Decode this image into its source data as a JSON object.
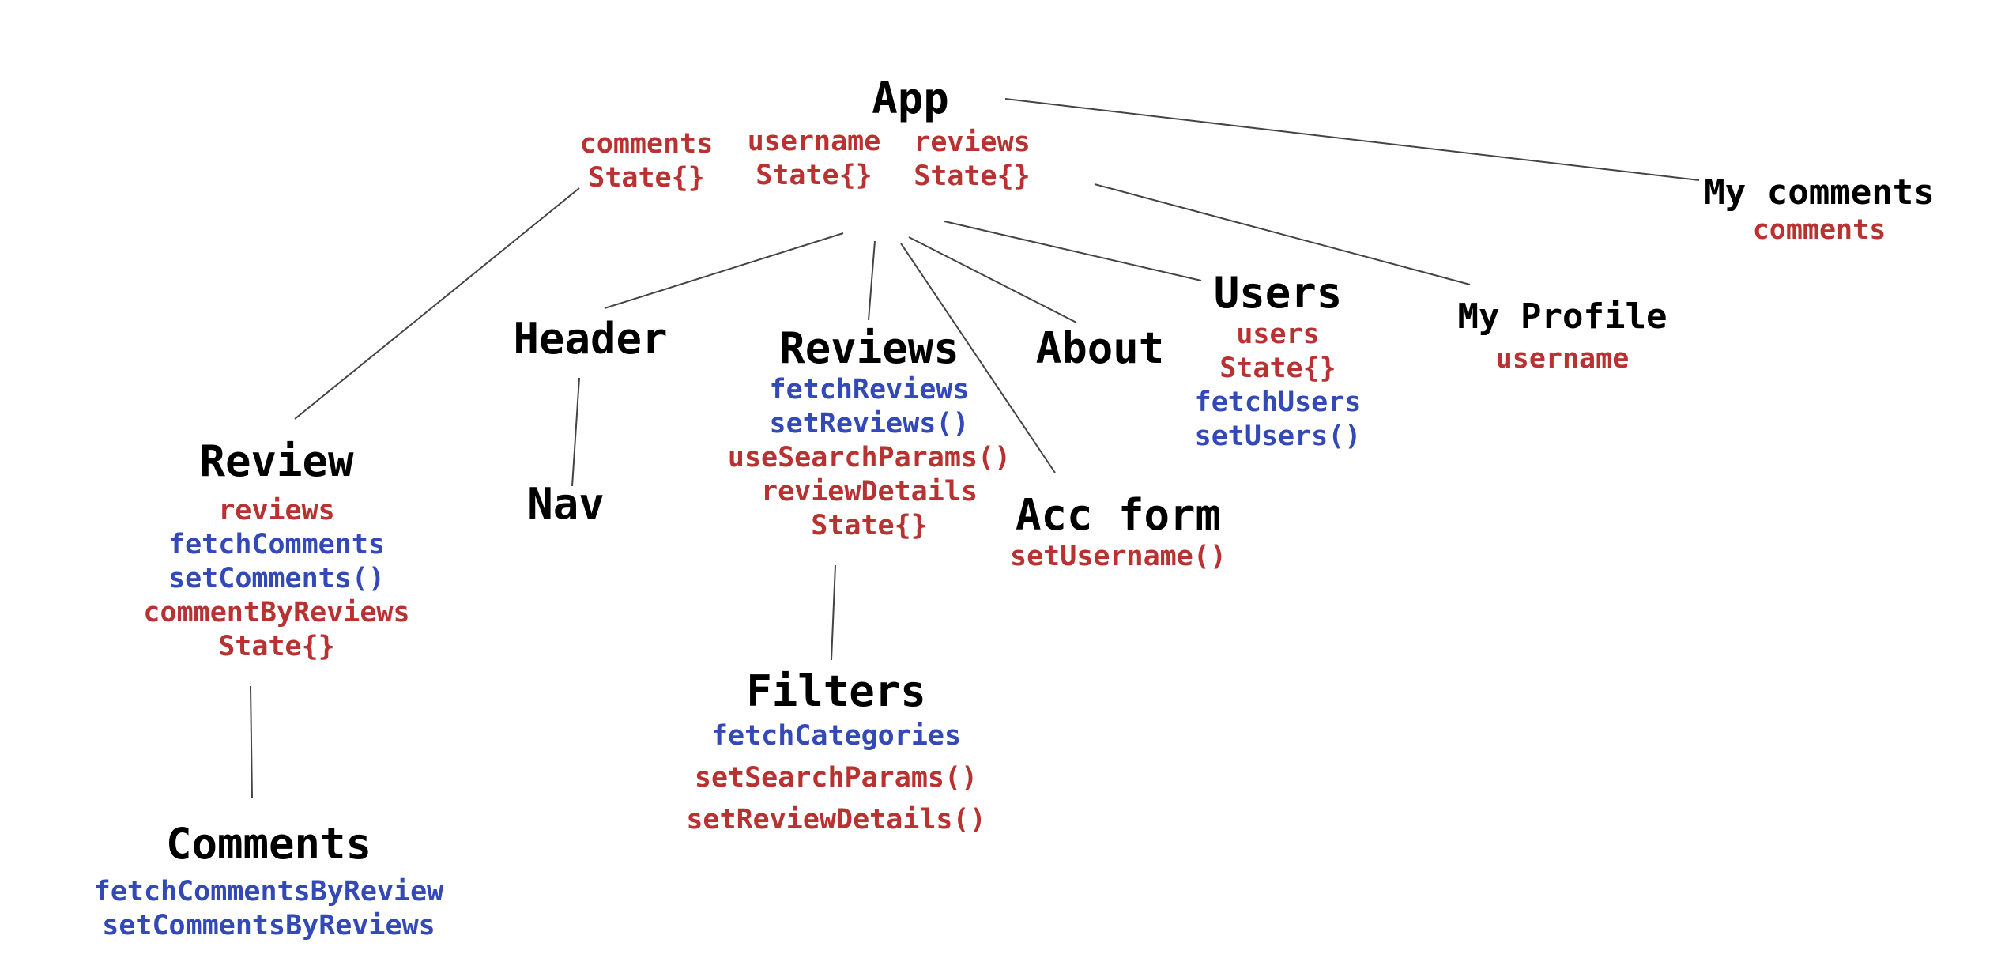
{
  "colors": {
    "state": "#b83232",
    "function": "#3349b5",
    "title": "#000000",
    "edge": "#444444"
  },
  "nodes": {
    "app": {
      "title": "App",
      "states": [
        "comments\nState{}",
        "username\nState{}",
        "reviews\nState{}"
      ]
    },
    "header": {
      "title": "Header"
    },
    "nav": {
      "title": "Nav"
    },
    "reviews": {
      "title": "Reviews",
      "lines": [
        "fetchReviews",
        "setReviews()",
        "useSearchParams()",
        "reviewDetails",
        "State{}"
      ]
    },
    "about": {
      "title": "About"
    },
    "acc_form": {
      "title": "Acc form",
      "lines": [
        "setUsername()"
      ]
    },
    "users": {
      "title": "Users",
      "lines": [
        "users",
        "State{}",
        "fetchUsers",
        "setUsers()"
      ]
    },
    "my_profile": {
      "title": "My Profile",
      "lines": [
        "username"
      ]
    },
    "my_comments": {
      "title": "My comments",
      "lines": [
        "comments"
      ]
    },
    "review": {
      "title": "Review",
      "lines": [
        "reviews",
        "fetchComments",
        "setComments()",
        "commentByReviews",
        "State{}"
      ]
    },
    "comments": {
      "title": "Comments",
      "lines": [
        "fetchCommentsByReview",
        "setCommentsByReviews"
      ]
    },
    "filters": {
      "title": "Filters",
      "lines": [
        "fetchCategories",
        "setSearchParams()",
        "setReviewDetails()"
      ]
    }
  },
  "edges": [
    [
      "app",
      "header"
    ],
    [
      "app",
      "reviews"
    ],
    [
      "app",
      "about"
    ],
    [
      "app",
      "acc_form"
    ],
    [
      "app",
      "users"
    ],
    [
      "app",
      "my_profile"
    ],
    [
      "app",
      "my_comments"
    ],
    [
      "app",
      "review"
    ],
    [
      "header",
      "nav"
    ],
    [
      "reviews",
      "filters"
    ],
    [
      "review",
      "comments"
    ]
  ]
}
